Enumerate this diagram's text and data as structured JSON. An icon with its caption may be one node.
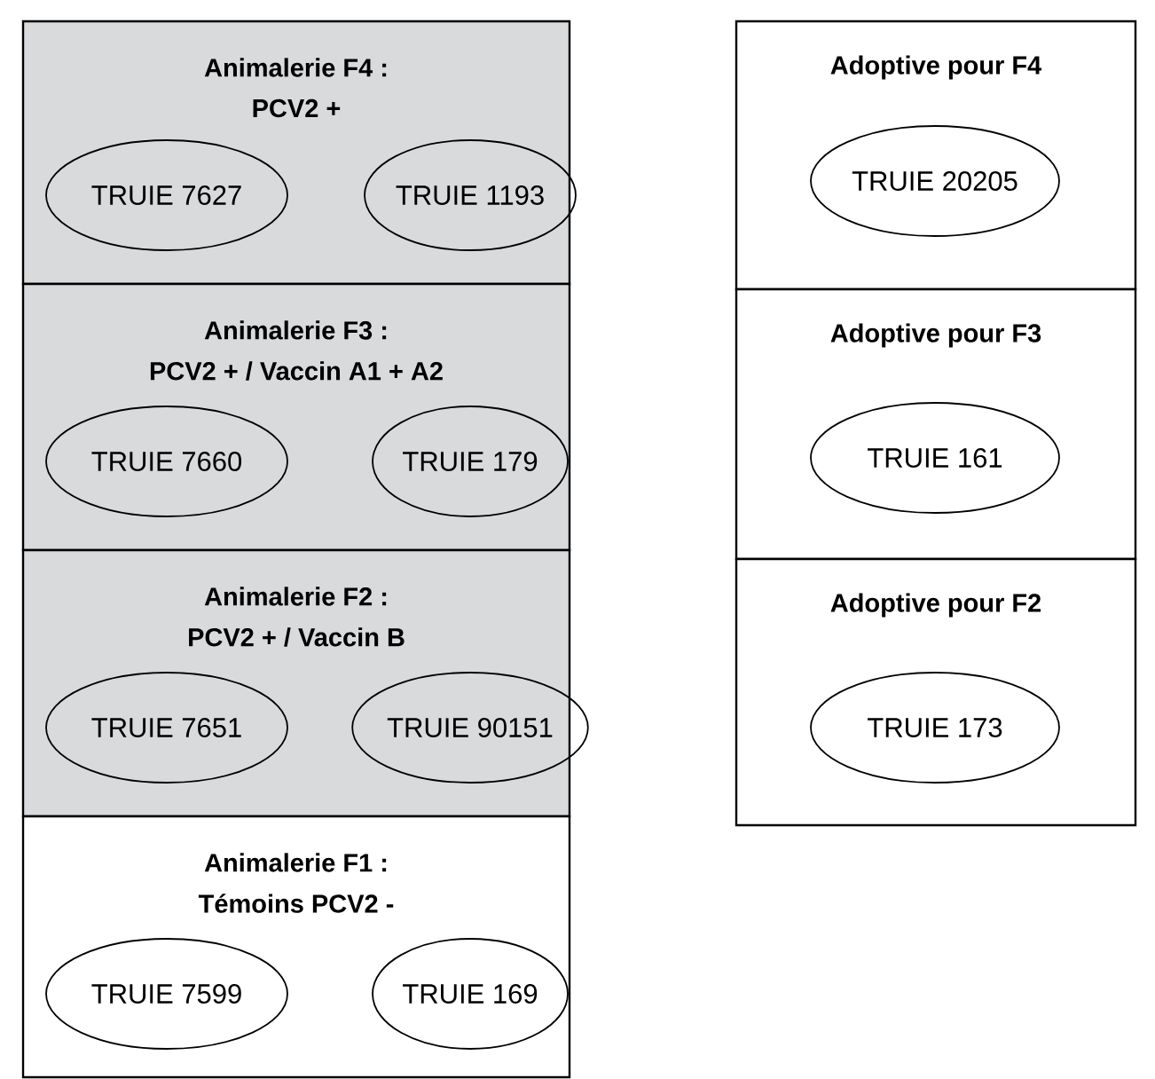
{
  "diagram": {
    "nodes": [
      {
        "text": [
          "Animalerie F4 :",
          "PCV2 +"
        ]
      },
      {
        "text": [
          "TRUIE 7627"
        ],
        "in": 0
      },
      {
        "text": [
          "TRUIE 1193"
        ],
        "in": 0
      },
      {
        "text": [
          "Adoptive pour F4"
        ]
      },
      {
        "text": [
          "TRUIE 20205"
        ],
        "in": 3
      },
      {
        "text": [
          "Animalerie F3 :",
          "PCV2 + / Vaccin A1 + A2"
        ]
      },
      {
        "text": [
          "TRUIE 7660"
        ],
        "in": 5
      },
      {
        "text": [
          "TRUIE 179"
        ],
        "in": 5
      },
      {
        "text": [
          "Adoptive pour F3"
        ]
      },
      {
        "text": [
          "TRUIE 161"
        ],
        "in": 8
      },
      {
        "text": [
          "Animalerie F2 :",
          "PCV2 + / Vaccin B"
        ]
      },
      {
        "text": [
          "TRUIE 7651"
        ],
        "in": 10
      },
      {
        "text": [
          "TRUIE 90151"
        ],
        "in": 10
      },
      {
        "text": [
          "Adoptive pour F2"
        ]
      },
      {
        "text": [
          "TRUIE 173"
        ],
        "in": 13
      },
      {
        "text": [
          "Animalerie F1 :",
          "Témoins PCV2 -"
        ]
      },
      {
        "text": [
          "TRUIE 7599"
        ],
        "in": 15
      },
      {
        "text": [
          "TRUIE 169"
        ],
        "in": 15
      }
    ]
  }
}
